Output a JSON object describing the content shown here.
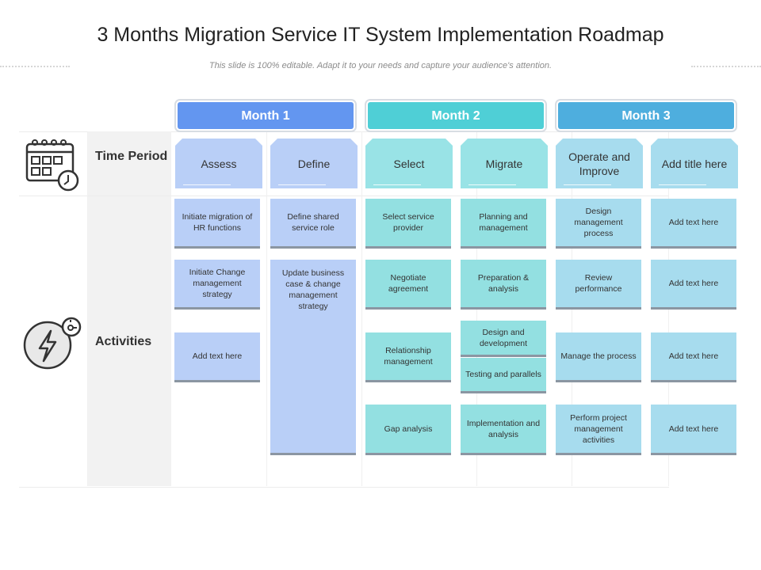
{
  "title": "3 Months Migration Service IT System Implementation Roadmap",
  "subtitle": "This slide is 100% editable. Adapt it to your needs and capture your audience's attention.",
  "colors": {
    "month1": "#6396f0",
    "month2": "#4fcfd6",
    "month3": "#4eaede",
    "blue_card": "#b9cff7",
    "teal_card": "#93e0e1",
    "sky_card": "#a7dcee"
  },
  "rows": {
    "time_period": "Time Period",
    "activities": "Activities"
  },
  "months": [
    "Month 1",
    "Month 2",
    "Month 3"
  ],
  "phases": [
    "Assess",
    "Define",
    "Select",
    "Migrate",
    "Operate and Improve",
    "Add title here"
  ],
  "cards": {
    "assess": [
      "Initiate migration of HR functions",
      "Initiate Change management strategy",
      "Add text here"
    ],
    "define": [
      "Define shared service role",
      "Update business case & change management strategy"
    ],
    "select": [
      "Select service provider",
      "Negotiate agreement",
      "Relationship management",
      "Gap analysis"
    ],
    "migrate": [
      "Planning and management",
      "Preparation & analysis",
      "Design and development",
      "Testing and parallels",
      "Implementation and analysis"
    ],
    "operate": [
      "Design management process",
      "Review performance",
      "Manage the process",
      "Perform project management activities"
    ],
    "extra": [
      "Add text here",
      "Add text here",
      "Add text here",
      "Add text here"
    ]
  }
}
